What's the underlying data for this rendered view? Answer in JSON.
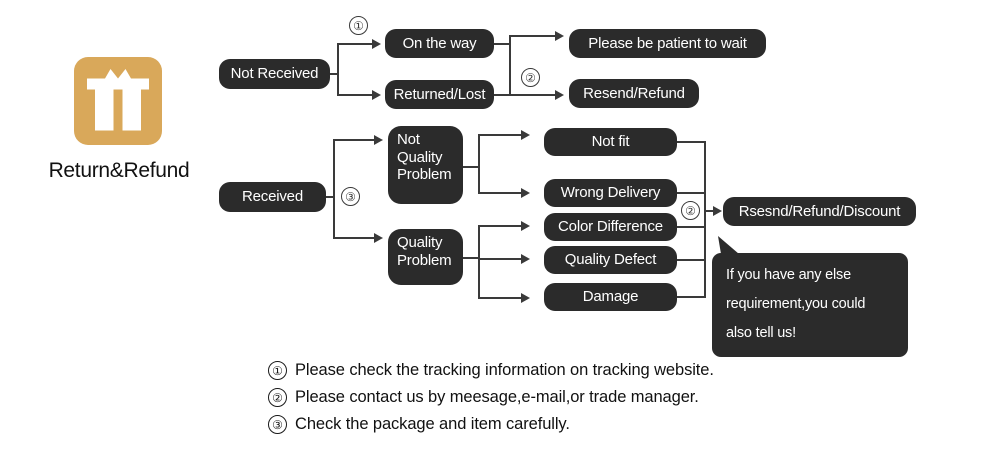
{
  "brand": {
    "label": "Return&Refund",
    "icon_name": "gift-box-icon",
    "icon_color": "#d9a85a"
  },
  "theme": {
    "node_bg": "#2b2b2b",
    "node_text": "#ffffff",
    "connector": "#3a3a3a",
    "page_bg": "#ffffff"
  },
  "flow": {
    "not_received": {
      "root": "Not Received",
      "branches": [
        {
          "label": "On the way",
          "marker": "①",
          "result": "Please be patient to wait"
        },
        {
          "label": "Returned/Lost",
          "marker": "②",
          "result": "Resend/Refund"
        }
      ]
    },
    "received": {
      "root": "Received",
      "marker": "③",
      "categories": [
        {
          "label": "Not\nQuality\nProblem",
          "label_lines": [
            "Not",
            "Quality",
            "Problem"
          ],
          "issues": [
            "Not fit",
            "Wrong Delivery"
          ]
        },
        {
          "label": "Quality\nProblem",
          "label_lines": [
            "Quality",
            "Problem"
          ],
          "issues": [
            "Color Difference",
            "Quality Defect",
            "Damage"
          ]
        }
      ],
      "resolution_marker": "②",
      "resolution": "Rsesnd/Refund/Discount"
    }
  },
  "bubble": {
    "lines": [
      "If you have any else",
      "requirement,you could",
      "also tell us!"
    ],
    "line1": "If you have any else",
    "line2": "requirement,you could",
    "line3": "also tell us!"
  },
  "footnotes": [
    {
      "marker": "①",
      "text": "Please check the tracking information on tracking website."
    },
    {
      "marker": "②",
      "text": "Please contact us by meesage,e-mail,or trade manager."
    },
    {
      "marker": "③",
      "text": "Check the package and item carefully."
    }
  ]
}
